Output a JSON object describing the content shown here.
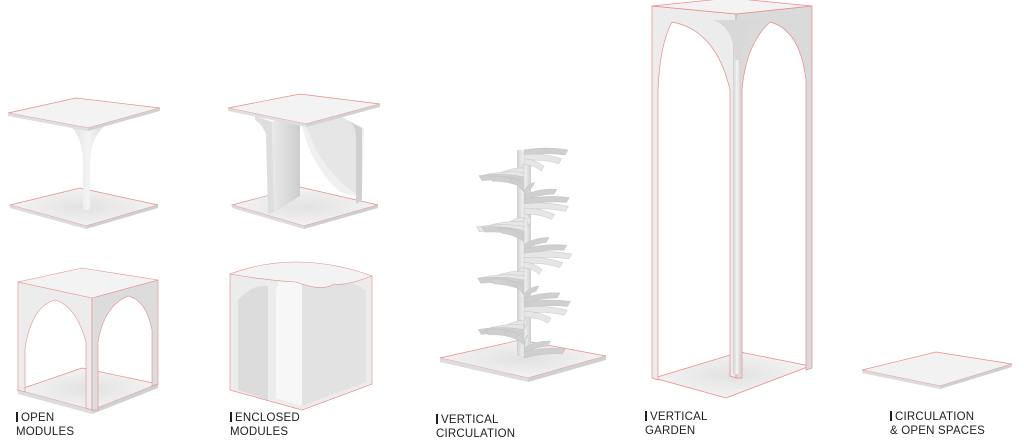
{
  "labels": {
    "open_modules": {
      "line1": "OPEN",
      "line2": "MODULES"
    },
    "enclosed_modules": {
      "line1": "ENCLOSED",
      "line2": "MODULES"
    },
    "vertical_circulation": {
      "line1": "VERTICAL",
      "line2": "CIRCULATION"
    },
    "vertical_garden": {
      "line1": "VERTICAL",
      "line2": "GARDEN"
    },
    "circulation_open_spaces": {
      "line1": "CIRCULATION",
      "line2": "& OPEN SPACES"
    }
  },
  "colors": {
    "surface": "#f2f2f2",
    "shade": "#d6d6d6",
    "edge_highlight": "#e88a8a",
    "text": "#1e1e1e"
  }
}
